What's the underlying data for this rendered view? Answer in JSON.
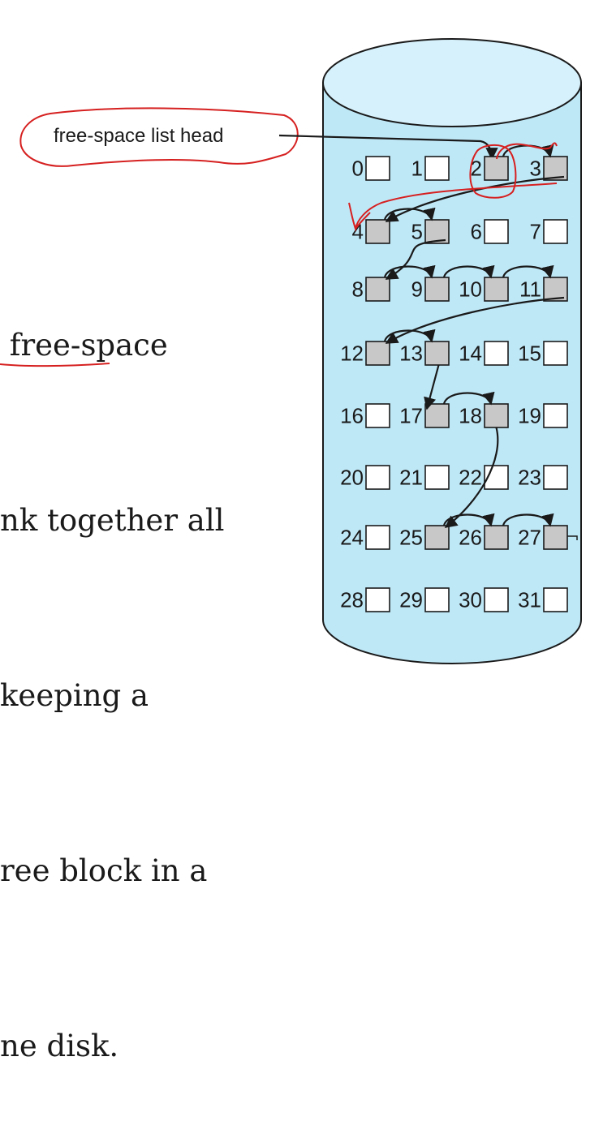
{
  "diagram": {
    "head_label": "free-space list head",
    "blocks": [
      {
        "label": "0",
        "free": false
      },
      {
        "label": "1",
        "free": false
      },
      {
        "label": "2",
        "free": true
      },
      {
        "label": "3",
        "free": true
      },
      {
        "label": "4",
        "free": true
      },
      {
        "label": "5",
        "free": true
      },
      {
        "label": "6",
        "free": false
      },
      {
        "label": "7",
        "free": false
      },
      {
        "label": "8",
        "free": true
      },
      {
        "label": "9",
        "free": true
      },
      {
        "label": "10",
        "free": true
      },
      {
        "label": "11",
        "free": true
      },
      {
        "label": "12",
        "free": true
      },
      {
        "label": "13",
        "free": true
      },
      {
        "label": "14",
        "free": false
      },
      {
        "label": "15",
        "free": false
      },
      {
        "label": "16",
        "free": false
      },
      {
        "label": "17",
        "free": true
      },
      {
        "label": "18",
        "free": true
      },
      {
        "label": "19",
        "free": false
      },
      {
        "label": "20",
        "free": false
      },
      {
        "label": "21",
        "free": false
      },
      {
        "label": "22",
        "free": false
      },
      {
        "label": "23",
        "free": false
      },
      {
        "label": "24",
        "free": false
      },
      {
        "label": "25",
        "free": true
      },
      {
        "label": "26",
        "free": true
      },
      {
        "label": "27",
        "free": true
      },
      {
        "label": "28",
        "free": false
      },
      {
        "label": "29",
        "free": false
      },
      {
        "label": "30",
        "free": false
      },
      {
        "label": "31",
        "free": false
      }
    ],
    "free_list_order": [
      "2",
      "3",
      "4",
      "5",
      "8",
      "9",
      "10",
      "11",
      "12",
      "13",
      "17",
      "18",
      "25",
      "26",
      "27"
    ],
    "colors": {
      "disk_fill": "#bfe8f7",
      "disk_top": "#d6f1fb",
      "outline": "#1a1a1a",
      "free_block": "#c8c8c8",
      "used_block": "#ffffff",
      "annotation": "#d62020"
    }
  },
  "slide": {
    "lines": [
      " free-space",
      "nk together all",
      "keeping a",
      "ree block in a",
      "ne disk."
    ]
  }
}
